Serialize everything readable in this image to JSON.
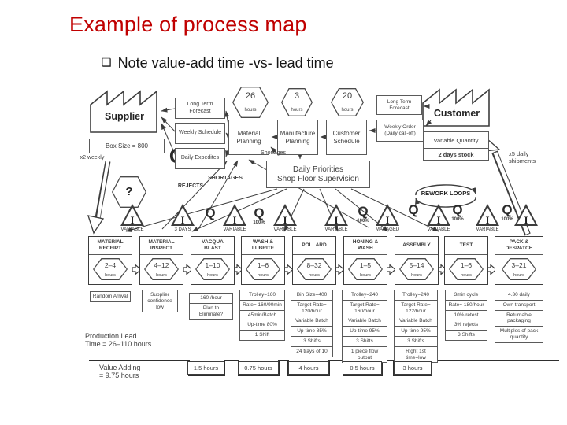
{
  "slide": {
    "title": "Example of process map",
    "bullet_marker": "❑",
    "bullet": "Note value-add time -vs- lead time"
  },
  "colors": {
    "title_red": "#c00000",
    "ink": "#3d3d3d"
  },
  "supply_chain": {
    "supplier": {
      "label": "Supplier",
      "box_size": "Box Size = 800",
      "shipping": "x2 weekly"
    },
    "customer": {
      "label": "Customer",
      "stock_top": "Variable Quantity",
      "stock_bottom": "2 days stock",
      "shipping": "x5 daily shipments"
    }
  },
  "planning": {
    "inputs_left": [
      "Long Term Forecast",
      "Weekly Schedule",
      "Daily Expedites"
    ],
    "inputs_right": [
      "Long Term Forecast",
      "Weekly Order (Daily call-off)"
    ],
    "boxes": [
      "Material Planning",
      "Manufacture Planning",
      "Customer Schedule"
    ],
    "hex_times": [
      {
        "value": "26",
        "unit": "hours"
      },
      {
        "value": "3",
        "unit": "hours"
      },
      {
        "value": "20",
        "unit": "hours"
      }
    ],
    "supervision": {
      "line1": "Daily Priorities",
      "line2": "Shop Floor Supervision"
    },
    "shortages_note": "Shortages"
  },
  "annotations": {
    "rejects": "REJECTS",
    "shortages": "SHORTAGES",
    "rework_loops": "REWORK LOOPS",
    "quality_q": "Q",
    "question_mark": "?"
  },
  "quality_marks": [
    {
      "pct": ""
    },
    {
      "pct": "100%"
    },
    {
      "pct": "100%"
    },
    {
      "pct": ""
    },
    {
      "pct": "100%"
    },
    {
      "pct": "100%"
    }
  ],
  "inventory_points": [
    {
      "symbol": "I",
      "label": "VARIABLE"
    },
    {
      "symbol": "I",
      "label": "3 DAYS"
    },
    {
      "symbol": "I",
      "label": "VARIABLE"
    },
    {
      "symbol": "I",
      "label": "VARIABLE"
    },
    {
      "symbol": "I",
      "label": "VARIABLE"
    },
    {
      "symbol": "I",
      "label": "MANAGED"
    },
    {
      "symbol": "I",
      "label": "VARIABLE"
    },
    {
      "symbol": "I",
      "label": "VARIABLE"
    },
    {
      "symbol": "I",
      "label": ""
    }
  ],
  "processes": [
    {
      "name": "MATERIAL RECEIPT",
      "time": "2–4",
      "unit": "hours",
      "details": [
        "Random Arrival"
      ]
    },
    {
      "name": "MATERIAL INSPECT",
      "time": "4–12",
      "unit": "hours",
      "details": [
        "Supplier confidence low"
      ]
    },
    {
      "name": "VACQUA BLAST",
      "time": "1–10",
      "unit": "hours",
      "details": [
        "160 /hour",
        "Plan to Eliminate?"
      ]
    },
    {
      "name": "WASH & LUBRITE",
      "time": "1–6",
      "unit": "hours",
      "details": [
        "Trolley=160",
        "Rate= 160/90min",
        "45min/Batch",
        "Up-time 80%",
        "1 Shift"
      ]
    },
    {
      "name": "POLLARD",
      "time": "8–32",
      "unit": "hours",
      "details": [
        "Bin Size=400",
        "Target Rate= 120/hour",
        "Variable Batch",
        "Up-time 85%",
        "3 Shifts",
        "24 trays of 10"
      ]
    },
    {
      "name": "HONING & WASH",
      "time": "1–5",
      "unit": "hours",
      "details": [
        "Trolley=240",
        "Target Rate= 160/hour",
        "Variable Batch",
        "Up-time 95%",
        "3 Shifts",
        "1 piece flow output"
      ]
    },
    {
      "name": "ASSEMBLY",
      "time": "5–14",
      "unit": "hours",
      "details": [
        "Trolley=240",
        "Target Rate= 122/hour",
        "Variable Batch",
        "Up-time 95%",
        "3 Shifts",
        "Right 1st time=low"
      ]
    },
    {
      "name": "TEST",
      "time": "1–6",
      "unit": "hours",
      "details": [
        "3min cycle",
        "Rate= 180/hour",
        "10% retest",
        "3% rejects",
        "3 Shifts"
      ]
    },
    {
      "name": "PACK & DESPATCH",
      "time": "3–21",
      "unit": "hours",
      "details": [
        "4.30 daily",
        "Own transport",
        "Returnable packaging",
        "Multiples of pack quantity"
      ]
    }
  ],
  "timeline": {
    "lead_line1": "Production Lead",
    "lead_line2": "Time = 26–110 hours",
    "value_line1": "Value Adding",
    "value_line2": "= 9.75 hours",
    "segments": [
      "1.5 hours",
      "0.75 hours",
      "4 hours",
      "0.5 hours",
      "3 hours"
    ]
  }
}
